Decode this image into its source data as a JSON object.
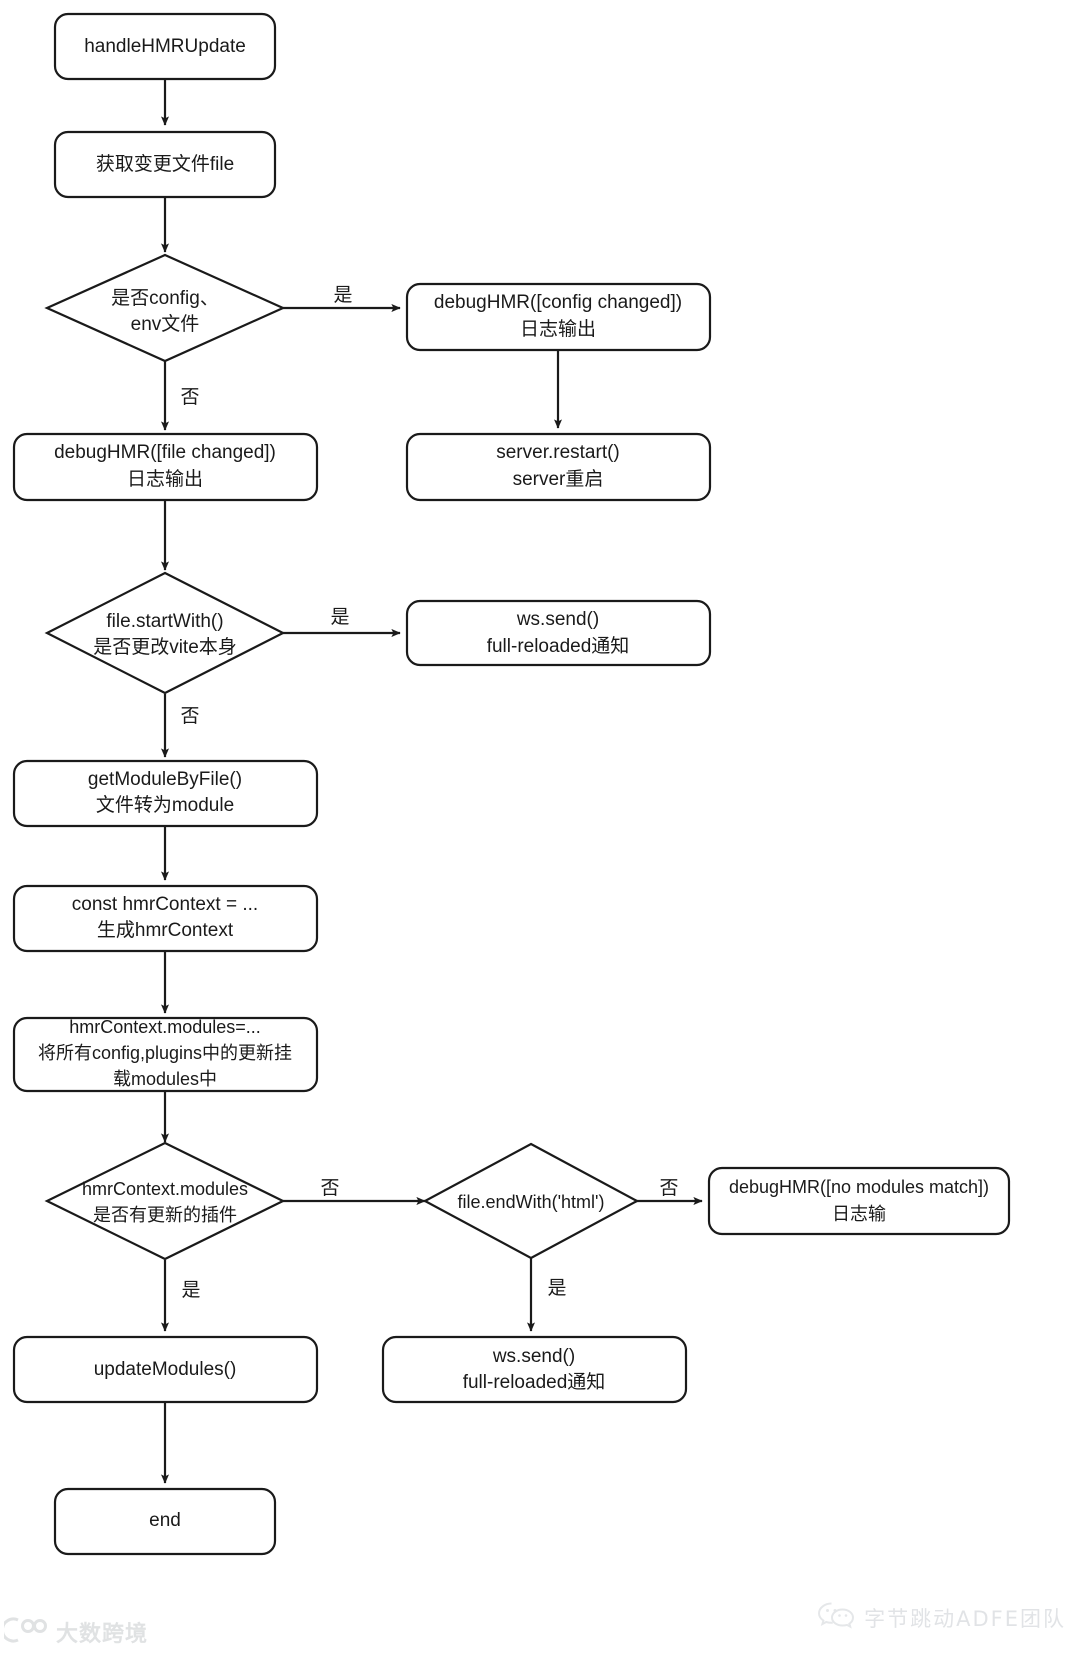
{
  "diagram": {
    "type": "flowchart",
    "title": "handleHMRUpdate flow",
    "orientation": "top-down",
    "nodes": [
      {
        "id": "n1",
        "shape": "rounded-rect",
        "lines": [
          "handleHMRUpdate"
        ]
      },
      {
        "id": "n2",
        "shape": "rounded-rect",
        "lines": [
          "获取变更文件file"
        ]
      },
      {
        "id": "n3",
        "shape": "diamond",
        "lines": [
          "是否config、",
          "env文件"
        ]
      },
      {
        "id": "n4",
        "shape": "rounded-rect",
        "lines": [
          "debugHMR([config changed])",
          "日志输出"
        ]
      },
      {
        "id": "n5",
        "shape": "rounded-rect",
        "lines": [
          "server.restart()",
          "server重启"
        ]
      },
      {
        "id": "n6",
        "shape": "rounded-rect",
        "lines": [
          "debugHMR([file changed])",
          "日志输出"
        ]
      },
      {
        "id": "n7",
        "shape": "diamond",
        "lines": [
          "file.startWith()",
          "是否更改vite本身"
        ]
      },
      {
        "id": "n8",
        "shape": "rounded-rect",
        "lines": [
          "ws.send()",
          "full-reloaded通知"
        ]
      },
      {
        "id": "n9",
        "shape": "rounded-rect",
        "lines": [
          "getModuleByFile()",
          "文件转为module"
        ]
      },
      {
        "id": "n10",
        "shape": "rounded-rect",
        "lines": [
          "const hmrContext = ...",
          "生成hmrContext"
        ]
      },
      {
        "id": "n11",
        "shape": "rounded-rect",
        "lines": [
          "hmrContext.modules=...",
          "将所有config,plugins中的更新挂",
          "载modules中"
        ]
      },
      {
        "id": "n12",
        "shape": "diamond",
        "lines": [
          "hmrContext.modules",
          "是否有更新的插件"
        ]
      },
      {
        "id": "n13",
        "shape": "diamond",
        "lines": [
          "file.endWith('html')"
        ]
      },
      {
        "id": "n14",
        "shape": "rounded-rect",
        "lines": [
          "debugHMR([no modules match])",
          "日志输"
        ]
      },
      {
        "id": "n15",
        "shape": "rounded-rect",
        "lines": [
          "updateModules()"
        ]
      },
      {
        "id": "n16",
        "shape": "rounded-rect",
        "lines": [
          "ws.send()",
          "full-reloaded通知"
        ]
      },
      {
        "id": "n17",
        "shape": "rounded-rect",
        "lines": [
          "end"
        ]
      }
    ],
    "edges": [
      {
        "from": "n1",
        "to": "n2",
        "label": ""
      },
      {
        "from": "n2",
        "to": "n3",
        "label": ""
      },
      {
        "from": "n3",
        "to": "n4",
        "label": "是"
      },
      {
        "from": "n4",
        "to": "n5",
        "label": ""
      },
      {
        "from": "n3",
        "to": "n6",
        "label": "否"
      },
      {
        "from": "n6",
        "to": "n7",
        "label": ""
      },
      {
        "from": "n7",
        "to": "n8",
        "label": "是"
      },
      {
        "from": "n7",
        "to": "n9",
        "label": "否"
      },
      {
        "from": "n9",
        "to": "n10",
        "label": ""
      },
      {
        "from": "n10",
        "to": "n11",
        "label": ""
      },
      {
        "from": "n11",
        "to": "n12",
        "label": ""
      },
      {
        "from": "n12",
        "to": "n13",
        "label": "否"
      },
      {
        "from": "n13",
        "to": "n14",
        "label": "否"
      },
      {
        "from": "n12",
        "to": "n15",
        "label": "是"
      },
      {
        "from": "n13",
        "to": "n16",
        "label": "是"
      },
      {
        "from": "n15",
        "to": "n17",
        "label": ""
      }
    ]
  },
  "watermarks": {
    "left": {
      "text": "大数跨境",
      "icon": "camera-lens-logo"
    },
    "right": {
      "text": "字节跳动ADFE团队",
      "icon": "wechat-logo"
    }
  },
  "colors": {
    "stroke": "#1a1a1a",
    "fill": "#ffffff",
    "background": "#ffffff",
    "watermark": "#9aa0a6"
  }
}
